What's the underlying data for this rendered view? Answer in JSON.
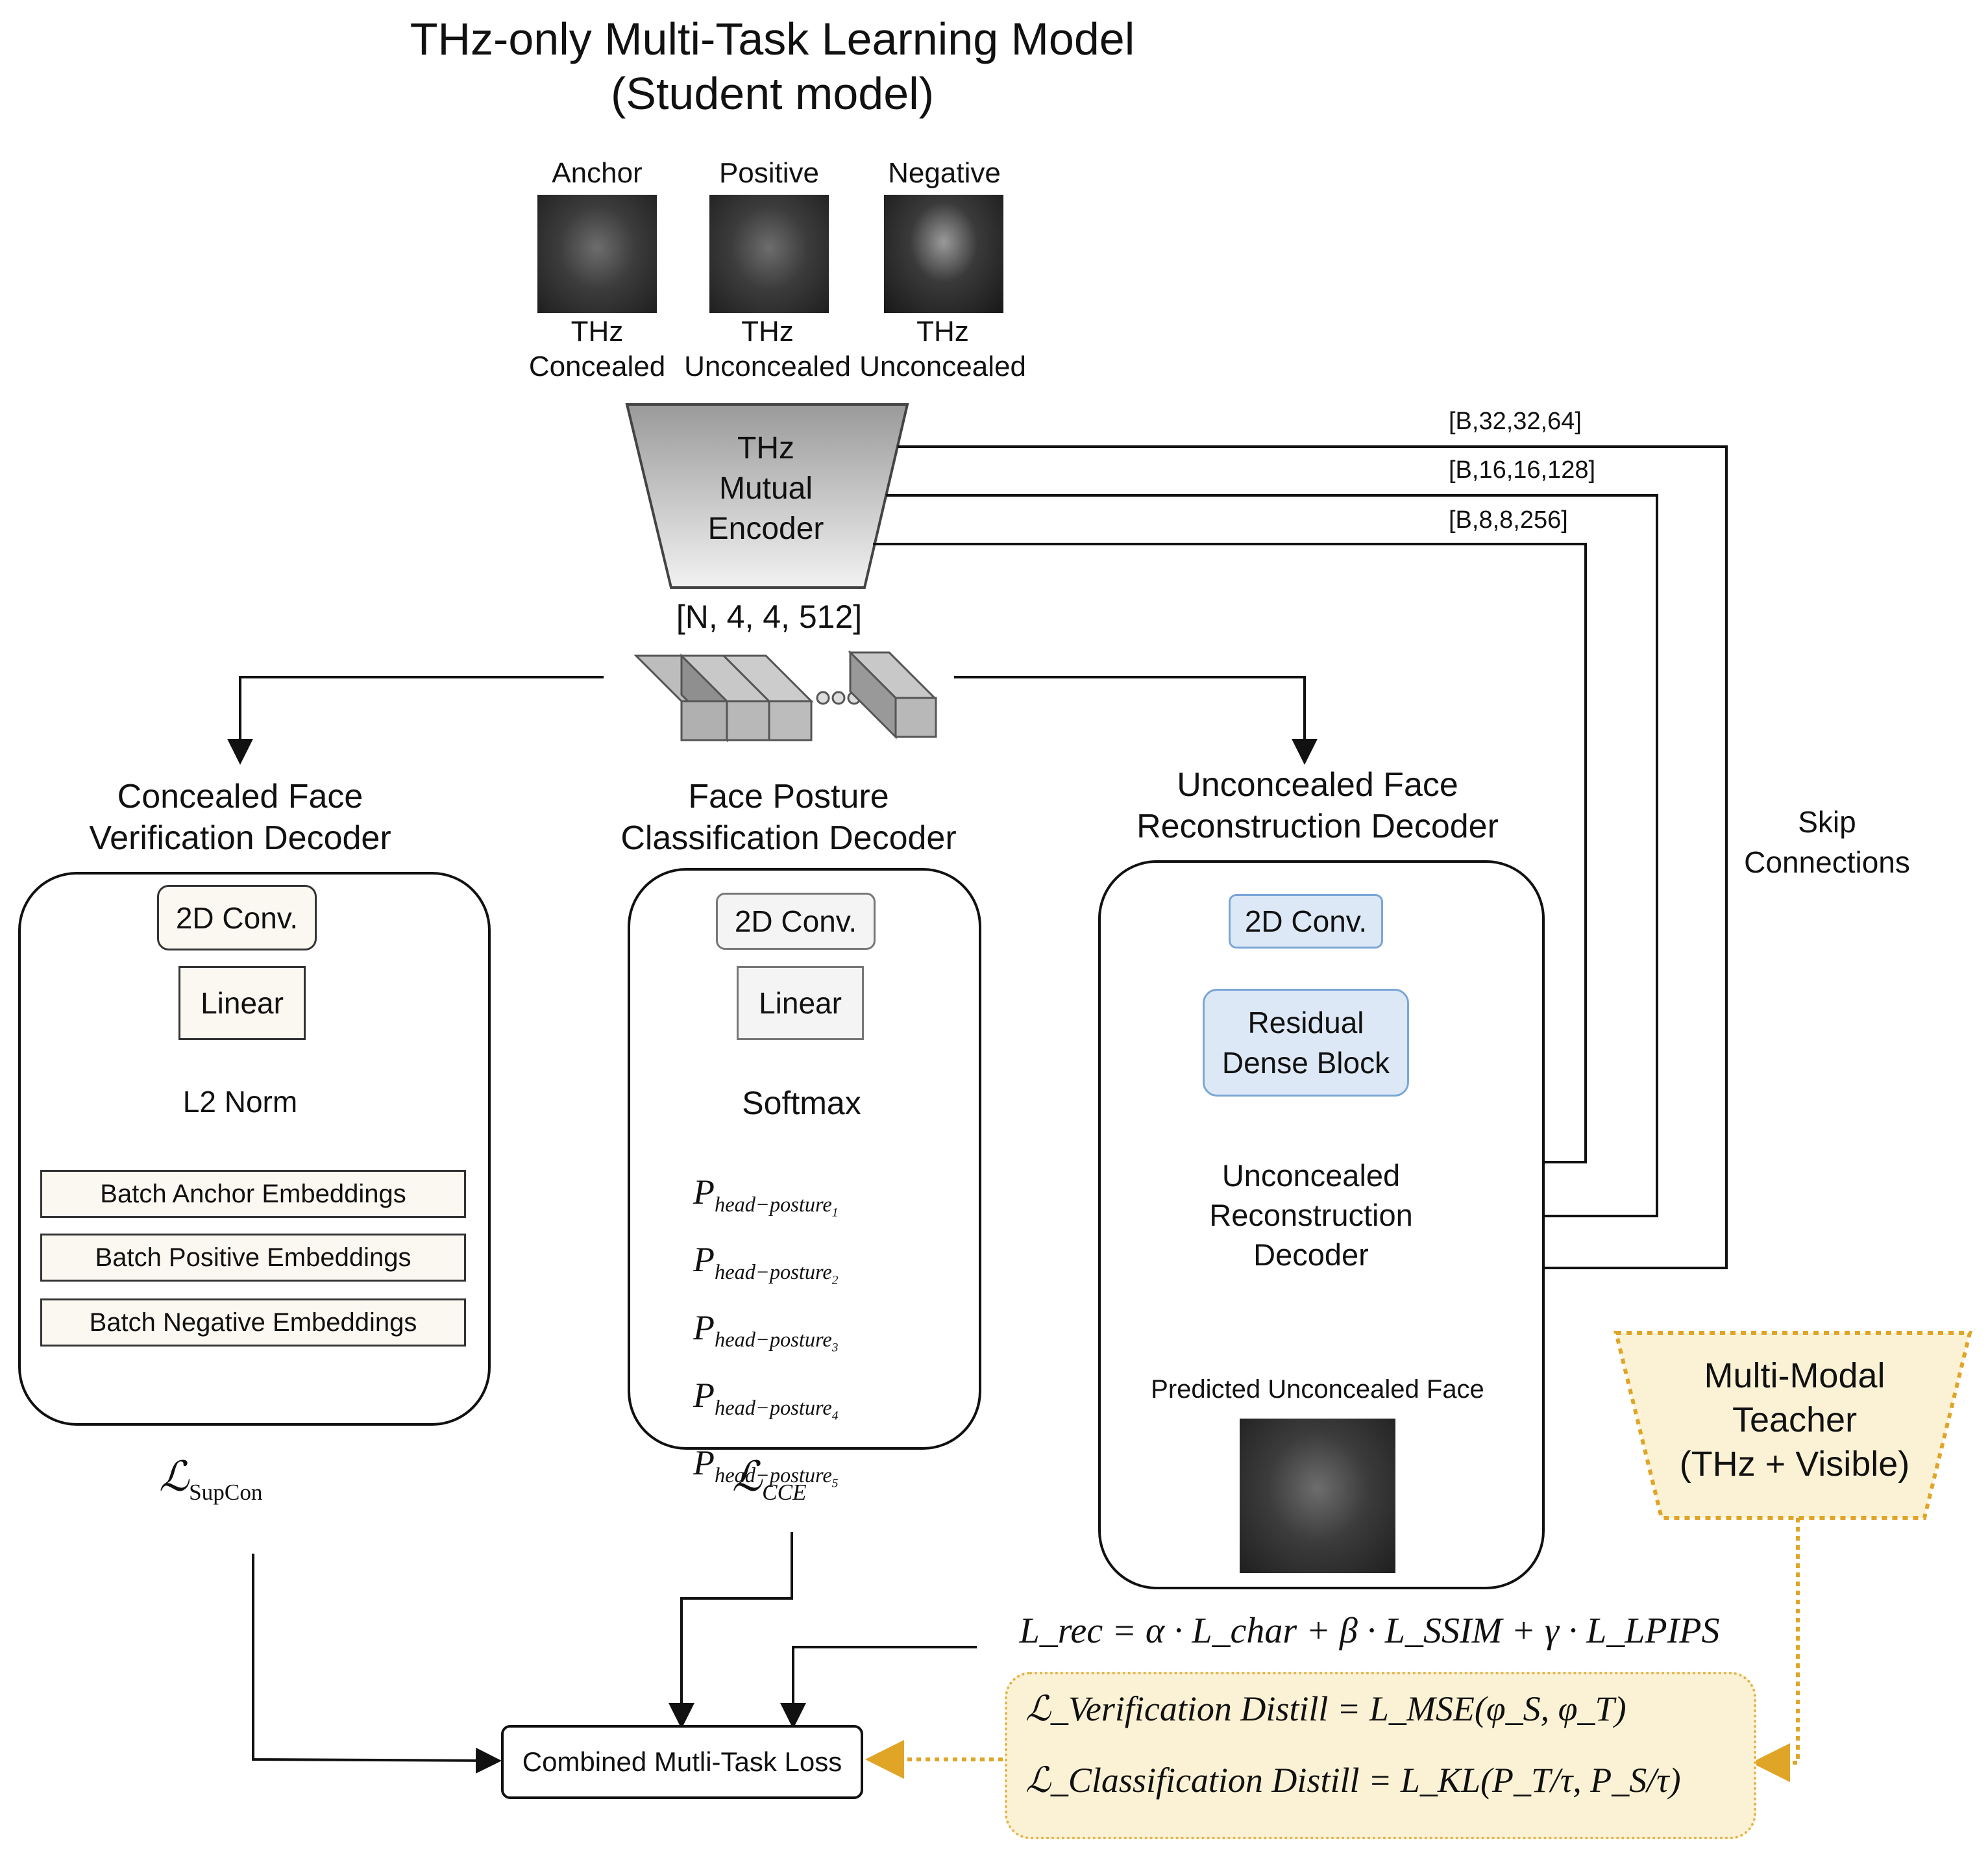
{
  "title": {
    "line1": "THz-only Multi-Task Learning Model",
    "line2": "(Student model)"
  },
  "inputs": [
    {
      "top": "Anchor",
      "bottom1": "THz",
      "bottom2": "Concealed"
    },
    {
      "top": "Positive",
      "bottom1": "THz",
      "bottom2": "Unconcealed"
    },
    {
      "top": "Negative",
      "bottom1": "THz",
      "bottom2": "Unconcealed"
    }
  ],
  "encoder": {
    "line1": "THz",
    "line2": "Mutual",
    "line3": "Encoder"
  },
  "latent_shape": "[N, 4, 4, 512]",
  "skip": {
    "dims": [
      "[B,32,32,64]",
      "[B,16,16,128]",
      "[B,8,8,256]"
    ],
    "label1": "Skip",
    "label2": "Connections"
  },
  "verification": {
    "title1": "Concealed Face",
    "title2": "Verification Decoder",
    "conv": "2D Conv.",
    "linear": "Linear",
    "norm": "L2 Norm",
    "embeddings": [
      "Batch Anchor Embeddings",
      "Batch Positive Embeddings",
      "Batch Negative Embeddings"
    ],
    "loss_main": "ℒ",
    "loss_sub": "SupCon"
  },
  "posture": {
    "title1": "Face Posture",
    "title2": "Classification Decoder",
    "conv": "2D Conv.",
    "linear": "Linear",
    "softmax": "Softmax",
    "probs": [
      {
        "p": "P",
        "sub": "head−posture",
        "idx": "1"
      },
      {
        "p": "P",
        "sub": "head−posture",
        "idx": "2"
      },
      {
        "p": "P",
        "sub": "head−posture",
        "idx": "3"
      },
      {
        "p": "P",
        "sub": "head−posture",
        "idx": "4"
      },
      {
        "p": "P",
        "sub": "head−posture",
        "idx": "5"
      }
    ],
    "loss_main": "ℒ",
    "loss_sub": "CCE"
  },
  "reconstruction": {
    "title1": "Unconcealed Face",
    "title2": "Reconstruction Decoder",
    "conv": "2D Conv.",
    "rdb1": "Residual",
    "rdb2": "Dense Block",
    "dec1": "Unconcealed",
    "dec2": "Reconstruction",
    "dec3": "Decoder",
    "output": "Predicted Unconcealed Face"
  },
  "teacher": {
    "line1": "Multi-Modal",
    "line2": "Teacher",
    "line3": "(THz + Visible)"
  },
  "rec_loss": "L_rec = α · L_char + β · L_SSIM + γ · L_LPIPS",
  "distill": {
    "verif": "ℒ_Verification Distill = L_MSE(φ_S, φ_T)",
    "class": "ℒ_Classification Distill = L_KL(P_T/τ, P_S/τ)"
  },
  "combined": "Combined Mutli-Task Loss",
  "colors": {
    "blue_fill": "#dce8f5",
    "blue_stroke": "#7aa6d6",
    "gold": "#e0a526",
    "gold_fill": "#fbf2d5"
  }
}
